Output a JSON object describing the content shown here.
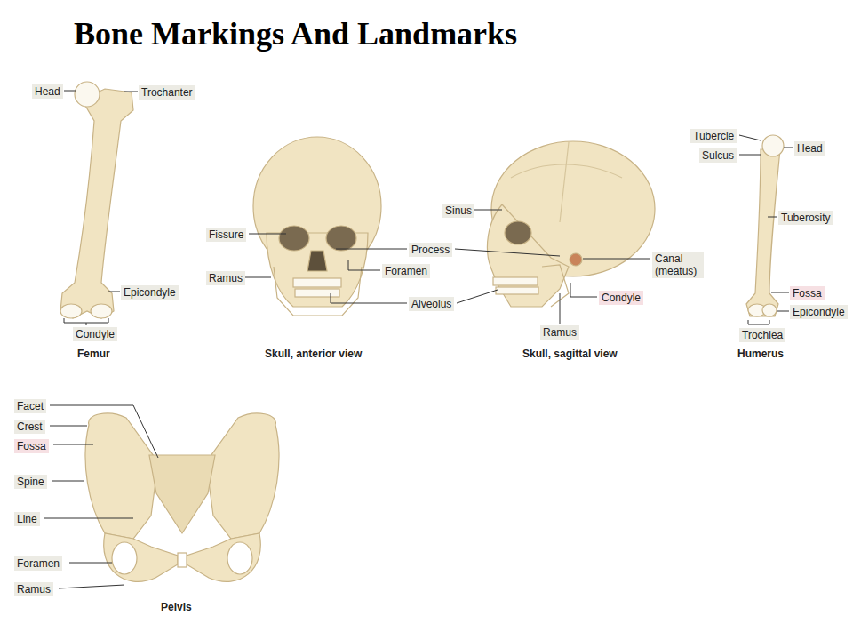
{
  "diagram": {
    "title": "Bone Markings And Landmarks",
    "labels": [
      "Head",
      "Trochanter",
      "Epicondyle",
      "Condyle",
      "Femur",
      "Fissure",
      "Ramus",
      "Process",
      "Foramen",
      "Alveolus",
      "Skull, anterior view",
      "Sinus",
      "Canal (meatus)",
      "Condyle",
      "Ramus",
      "Skull, sagittal view",
      "Tubercle",
      "Sulcus",
      "Head",
      "Tuberosity",
      "Fossa",
      "Epicondyle",
      "Trochlea",
      "Humerus",
      "Facet",
      "Crest",
      "Fossa",
      "Spine",
      "Line",
      "Foramen",
      "Ramus",
      "Pelvis"
    ]
  }
}
